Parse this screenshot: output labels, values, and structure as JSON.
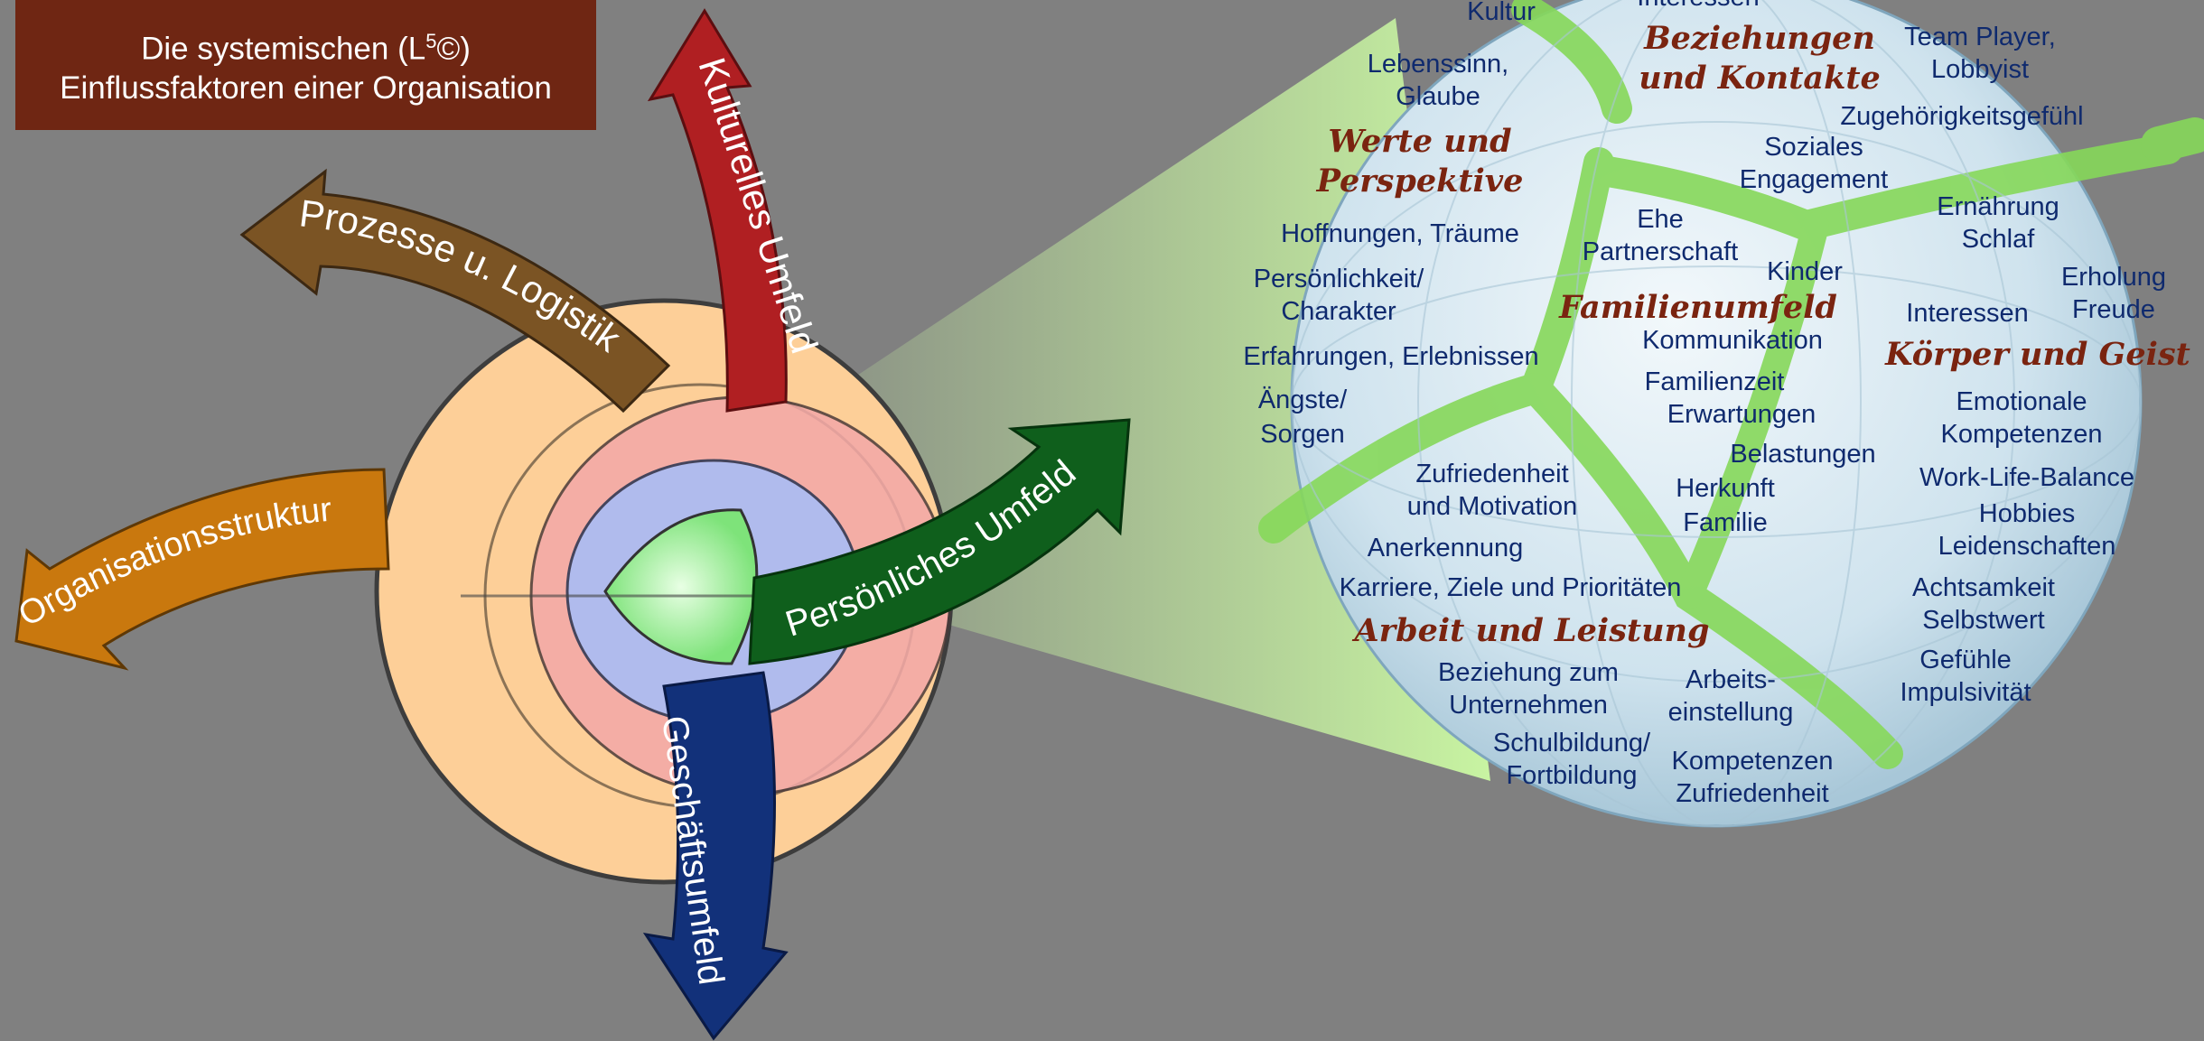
{
  "title": {
    "line1_prefix": "Die systemischen (L",
    "line1_sup": "5",
    "line1_suffix": "©)",
    "line2": "Einflussfaktoren einer Organisation"
  },
  "arrows": {
    "kultur": "Kulturelles Umfeld",
    "prozesse": "Prozesse u. Logistik",
    "organisation": "Organisationsstruktur",
    "geschaeft": "Geschäftsumfeld",
    "persoenlich": "Persönliches Umfeld"
  },
  "colors": {
    "background": "#808080",
    "title_box": "#6f2613",
    "kultur": "#b01f22",
    "prozesse": "#7b5424",
    "organisation": "#c9780e",
    "geschaeft": "#12317a",
    "persoenlich": "#0f5f1c",
    "zoom_beam": "#c4f29a",
    "category_text": "#7a2410",
    "item_text": "#0f2a6e"
  },
  "detail": {
    "top_partial": "Interessen",
    "kultur": "Kultur",
    "lebenssinn_1": "Lebenssinn,",
    "lebenssinn_2": "Glaube",
    "werte_1": "Werte und",
    "werte_2": "Perspektive",
    "hoffnungen": "Hoffnungen, Träume",
    "persoenlichkeit_1": "Persönlichkeit/",
    "persoenlichkeit_2": "Charakter",
    "erfahrungen": "Erfahrungen, Erlebnissen",
    "aengste_1": "Ängste/",
    "aengste_2": "Sorgen",
    "beziehungen_1": "Beziehungen",
    "beziehungen_2": "und Kontakte",
    "team_1": "Team Player,",
    "team_2": "Lobbyist",
    "zugehoerigkeit": "Zugehörigkeitsgefühl",
    "soziales_1": "Soziales",
    "soziales_2": "Engagement",
    "ehe_1": "Ehe",
    "ehe_2": "Partnerschaft",
    "kinder": "Kinder",
    "familienumfeld": "Familienumfeld",
    "kommunikation": "Kommunikation",
    "familienzeit": "Familienzeit",
    "erwartungen": "Erwartungen",
    "belastungen": "Belastungen",
    "herkunft_1": "Herkunft",
    "herkunft_2": "Familie",
    "ernaehrung_1": "Ernährung",
    "ernaehrung_2": "Schlaf",
    "erholung_1": "Erholung",
    "erholung_2": "Freude",
    "interessen": "Interessen",
    "koerper": "Körper und Geist",
    "emotionale_1": "Emotionale",
    "emotionale_2": "Kompetenzen",
    "worklife": "Work-Life-Balance",
    "hobbies": "Hobbies",
    "leidenschaften": "Leidenschaften",
    "achtsamkeit_1": "Achtsamkeit",
    "achtsamkeit_2": "Selbstwert",
    "gefuehle_1": "Gefühle",
    "gefuehle_2": "Impulsivität",
    "zufriedenheit_1": "Zufriedenheit",
    "zufriedenheit_2": "und Motivation",
    "anerkennung": "Anerkennung",
    "karriere": "Karriere, Ziele und Prioritäten",
    "arbeit": "Arbeit und Leistung",
    "beziehung_1": "Beziehung zum",
    "beziehung_2": "Unternehmen",
    "arbeitsein_1": "Arbeits-",
    "arbeitsein_2": "einstellung",
    "schulbildung_1": "Schulbildung/",
    "schulbildung_2": "Fortbildung",
    "kompetenzen_1": "Kompetenzen",
    "kompetenzen_2": "Zufriedenheit"
  }
}
